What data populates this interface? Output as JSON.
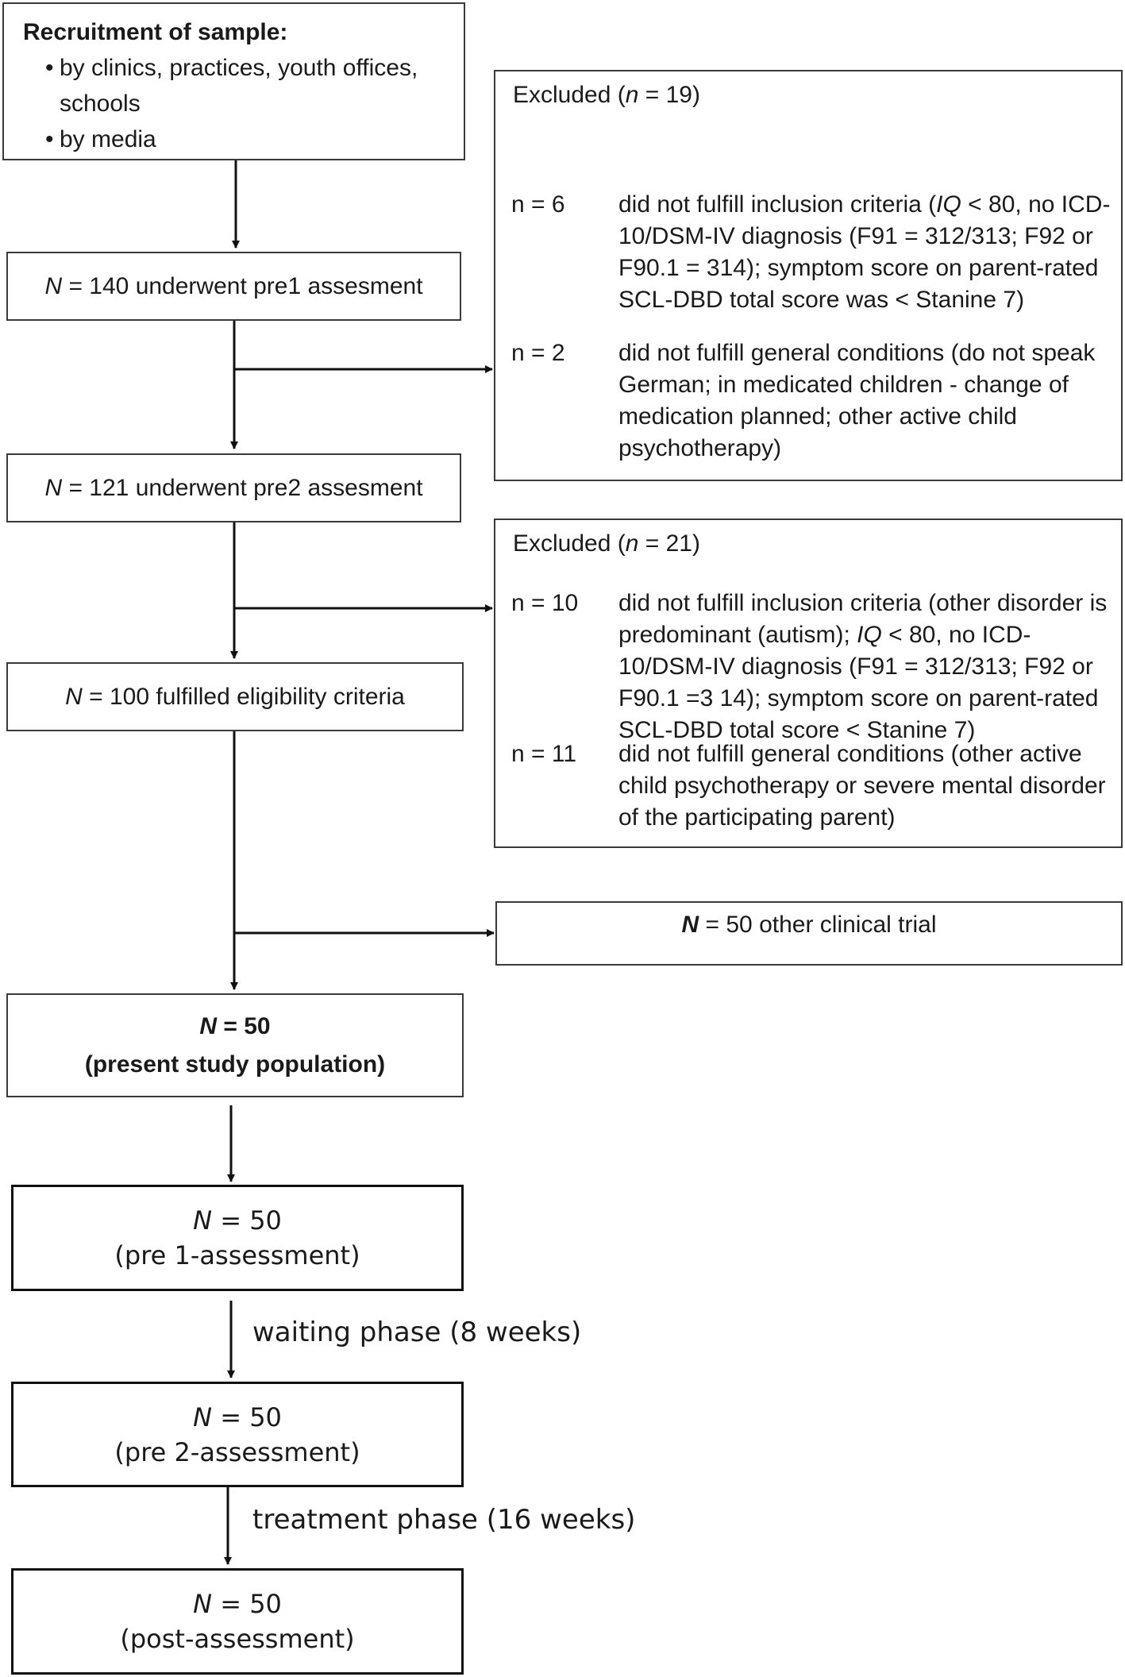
{
  "recruitment": {
    "title": "Recruitment of sample:",
    "bullets": [
      "by clinics, practices, youth offices, schools",
      "by media"
    ]
  },
  "steps": {
    "pre1": {
      "prefix": "N",
      "rest": " = 140 underwent pre1 assesment"
    },
    "pre2": {
      "prefix": "N",
      "rest": " = 121 underwent pre2 assesment"
    },
    "eligible": {
      "prefix": "N",
      "rest": " = 100 fulfilled eligibility criteria"
    },
    "other_trial": {
      "prefix": "N",
      "rest": " = 50 other clinical trial"
    },
    "study_population": {
      "line1_prefix": "N",
      "line1_rest": " = 50",
      "line2": "(present study population)"
    }
  },
  "exclusion1": {
    "header_start": "Excluded (",
    "header_var": "n",
    "header_end": " = 19)",
    "entries": [
      {
        "n": "n = 6",
        "text_pre": "did not fulfill inclusion criteria (",
        "text_var": "IQ",
        "text_post": " < 80, no ICD-10/DSM-IV diagnosis (F91 = 312/313; F92 or F90.1 = 314); symptom score on parent-rated SCL-DBD total score was < Stanine 7)"
      },
      {
        "n": "n = 2",
        "text": "did not fulfill general conditions (do not speak German; in medicated children - change of medication planned; other active child psychotherapy)"
      }
    ]
  },
  "exclusion2": {
    "header_start": "Excluded (",
    "header_var": "n",
    "header_end": " = 21)",
    "entries": [
      {
        "n": "n = 10",
        "text_pre": "did not fulfill inclusion criteria (other disorder is predominant (autism); ",
        "text_var": "IQ",
        "text_post": " < 80, no ICD-10/DSM-IV diagnosis (F91 = 312/313; F92 or F90.1 =3 14); symptom score on parent-rated SCL-DBD total score < Stanine 7)"
      },
      {
        "n": "n = 11",
        "text": "did not fulfill general conditions (other active child psychotherapy or severe mental disorder of the participating parent)"
      }
    ]
  },
  "assessments": [
    {
      "prefix": "N",
      "rest": " = 50",
      "label": "(pre 1-assessment)"
    },
    {
      "prefix": "N",
      "rest": " = 50",
      "label": "(pre 2-assessment)"
    },
    {
      "prefix": "N",
      "rest": " = 50",
      "label": "(post-assessment)"
    }
  ],
  "phases": {
    "waiting": "waiting phase (8 weeks)",
    "treatment": "treatment phase (16 weeks)"
  }
}
